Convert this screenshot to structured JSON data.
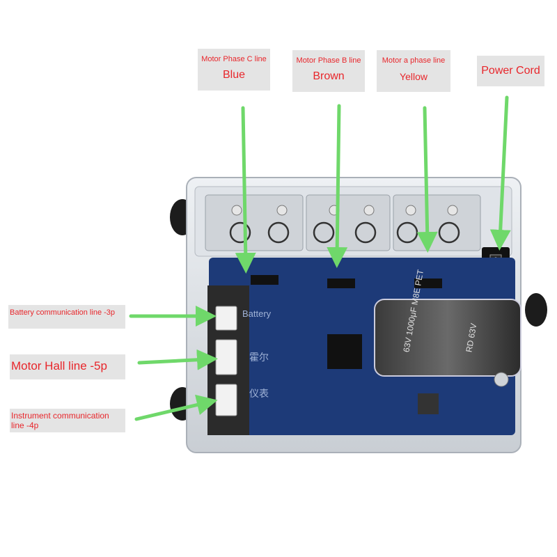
{
  "labels": {
    "phase_c": {
      "title": "Motor Phase C line",
      "color_name": "Blue"
    },
    "phase_b": {
      "title": "Motor Phase B line",
      "color_name": "Brown"
    },
    "phase_a": {
      "title": "Motor a phase line",
      "color_name": "Yellow"
    },
    "power": {
      "title": "Power Cord"
    },
    "battery_comm": {
      "title": "Battery communication line -3p"
    },
    "hall": {
      "title": "Motor Hall line -5p"
    },
    "instrument_comm": {
      "title": "Instrument communication line -4p"
    }
  },
  "board": {
    "silk_battery": "Battery",
    "silk_hall": "霍尔",
    "silk_meter": "仪表",
    "capacitor_text": "63V 1000μF M8E PET",
    "capacitor_text_2": "RD 63V"
  },
  "colors": {
    "arrow": "#6fd86a",
    "label_text": "#e8262b",
    "label_bg": "#e4e4e4",
    "pcb": "#1d3a78"
  }
}
